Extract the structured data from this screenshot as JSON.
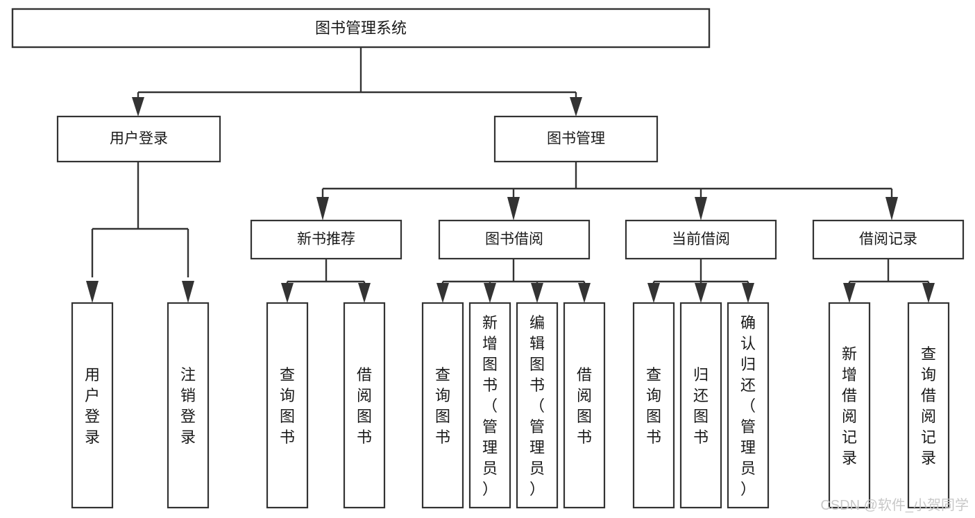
{
  "diagram": {
    "title": "图书管理系统",
    "type": "tree-hierarchy",
    "orientation": "top-down",
    "colors": {
      "stroke": "#333333",
      "fill": "#ffffff",
      "text": "#1a1a1a",
      "watermark": "#c8c8c8",
      "background": "#ffffff"
    },
    "root": {
      "label": "图书管理系统"
    },
    "level2": [
      {
        "label": "用户登录"
      },
      {
        "label": "图书管理"
      }
    ],
    "level3": [
      {
        "label": "新书推荐"
      },
      {
        "label": "图书借阅"
      },
      {
        "label": "当前借阅"
      },
      {
        "label": "借阅记录"
      }
    ],
    "leaves": {
      "user_login": [
        {
          "label": "用户登录"
        },
        {
          "label": "注销登录"
        }
      ],
      "new_book_recommend": [
        {
          "label": "查询图书"
        },
        {
          "label": "借阅图书"
        }
      ],
      "book_borrow": [
        {
          "label": "查询图书"
        },
        {
          "label": "新增图书（管理员）"
        },
        {
          "label": "编辑图书（管理员）"
        },
        {
          "label": "借阅图书"
        }
      ],
      "current_borrow": [
        {
          "label": "查询图书"
        },
        {
          "label": "归还图书"
        },
        {
          "label": "确认归还（管理员）"
        }
      ],
      "borrow_record": [
        {
          "label": "新增借阅记录"
        },
        {
          "label": "查询借阅记录"
        }
      ]
    }
  },
  "watermark": {
    "text": "CSDN @软件_小贺同学"
  }
}
